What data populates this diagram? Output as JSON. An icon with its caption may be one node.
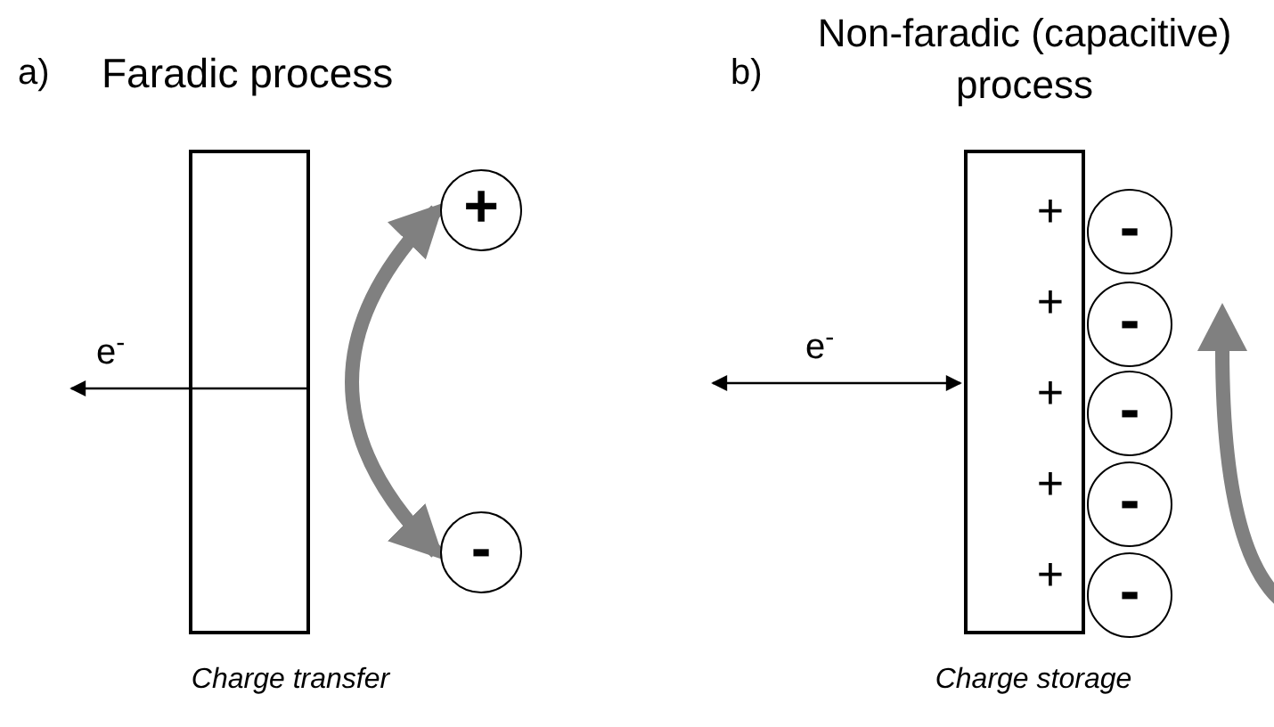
{
  "diagram": {
    "nodes": [
      {
        "text": [],
        "shape": "box"
      },
      {
        "text": [
          "+"
        ]
      },
      {
        "text": [
          "-"
        ]
      },
      {
        "text": [
          "+",
          "+",
          "+",
          "+",
          "+"
        ]
      },
      {
        "text": [
          "-"
        ]
      },
      {
        "text": [
          "-"
        ]
      },
      {
        "text": [
          "-"
        ]
      },
      {
        "text": [
          "-"
        ]
      },
      {
        "text": [
          "-"
        ]
      }
    ],
    "edges": [
      {
        "from": 0,
        "to": null,
        "arrow": "to",
        "label": "e$^{-}$"
      },
      {
        "from": 2,
        "to": 1,
        "arrow": "both",
        "style": "thick",
        "color": "#808080"
      },
      {
        "from": null,
        "to": 3,
        "arrow": "both",
        "label": "e$^{-}$"
      }
    ],
    "labels": [
      "a)",
      "Faradic process",
      "b)",
      "Non-faradic (capacitive) process",
      "Charge transfer",
      "Charge storage"
    ]
  }
}
